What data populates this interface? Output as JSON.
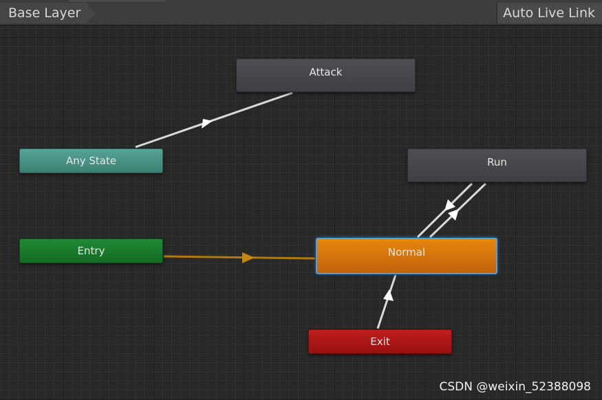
{
  "header": {
    "breadcrumb": "Base Layer",
    "live_link": "Auto Live Link"
  },
  "states": {
    "attack": "Attack",
    "any_state": "Any State",
    "run": "Run",
    "entry": "Entry",
    "normal": "Normal",
    "exit": "Exit"
  },
  "colors": {
    "default_state": "#45454a",
    "any_state": "#4a9486",
    "entry": "#1a7a2e",
    "selected_state": "#d6740c",
    "selection_outline": "#4aa3e6",
    "exit": "#ad1818",
    "transition": "#d9d9d9",
    "entry_transition": "#b07a0e"
  },
  "watermark": "CSDN @weixin_52388098"
}
